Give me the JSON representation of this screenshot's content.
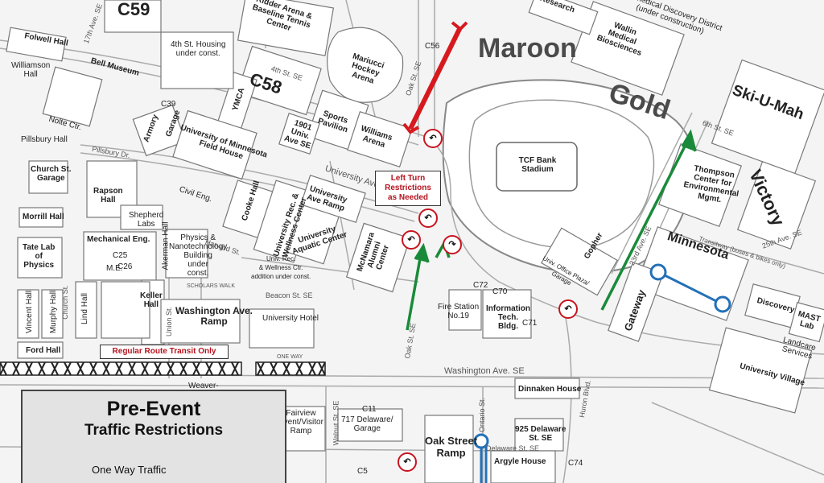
{
  "zones": {
    "maroon": "Maroon",
    "gold": "Gold",
    "minnesota": "Minnesota",
    "ski_u_mah": "Ski-U-Mah",
    "victory": "Victory",
    "gateway": "Gateway"
  },
  "parking_codes": {
    "c59": "C59",
    "c58": "C58",
    "c56": "C56",
    "c39": "C39",
    "c25": "C25",
    "c26": "C26",
    "c70": "C70",
    "c71": "C71",
    "c72": "C72",
    "c11": "C11",
    "c5": "C5",
    "c74": "C74"
  },
  "buildings": {
    "stadium": "TCF Bank\nStadium",
    "mariucci": "Mariucci\nHockey\nArena",
    "ridder": "Ridder Arena &\nBaseline Tennis\nCenter",
    "sports_pavilion": "Sports\nPavilion",
    "williams_arena": "Williams\nArena",
    "ymca": "YMCA",
    "univ_1901": "1901\nUniv.\nAve SE",
    "armory": "Armory",
    "garage": "Garage",
    "field_house": "University of Minnesota\nField House",
    "civil_eng": "Civil Eng.",
    "cooke_hall": "Cooke Hall",
    "rec_wellness": "University Rec. &\nWellness Center",
    "aquatic": "University\nAquatic Center",
    "univ_ave_ramp": "University\nAve Ramp",
    "rec_addition": "Univ. Rec.\n& Wellness Ctr.\naddition under const.",
    "mcnamara": "McNamara\nAlumni\nCenter",
    "church_st_garage": "Church St.\nGarage",
    "rapson": "Rapson\nHall",
    "shepherd": "Shepherd\nLabs",
    "physics_nano": "Physics &\nNanotechnology\nBuilding\nunder\nconst.",
    "mech_eng": "Mechanical Eng.",
    "akerman": "Akerman Hall",
    "me": "M.E.",
    "keller": "Keller\nHall",
    "morrill": "Morrill Hall",
    "tate": "Tate Lab\nof\nPhysics",
    "lind": "Lind Hall",
    "vincent": "Vincent Hall",
    "murphy": "Murphy Hall",
    "ford": "Ford Hall",
    "folwell": "Folwell Hall",
    "williamson": "Williamson\nHall",
    "bell_museum": "Bell Museum",
    "nolte_ctr": "Nolte Ctr.",
    "pillsbury_hall": "Pillsbury Hall",
    "housing_4th": "4th St. Housing\nunder const.",
    "wash_ramp": "Washington Ave.\nRamp",
    "univ_hotel": "University Hotel",
    "fire_station": "Fire Station\nNo.19",
    "info_tech": "Information\nTech.\nBldg.",
    "dinnaken": "Dinnaken House",
    "delaware_925": "925 Delaware\nSt. SE",
    "argyle": "Argyle House",
    "oak_st_ramp": "Oak Street\nRamp",
    "delaware_717": "717 Delaware/\nGarage",
    "fairview": "Fairview\nEvent/Visitor\nRamp",
    "weaver": "Weaver-",
    "thompson": "Thompson\nCenter for\nEnvironmental\nMgmt.",
    "wallin": "Wallin\nMedical\nBiosciences",
    "biomedical": "Biomedical Discovery District\n(under construction)",
    "research": "Research",
    "discovery": "Discovery",
    "mast": "MAST\nLab",
    "landcare": "Landcare Services",
    "univ_village": "University Village",
    "univ_office_plaza": "Univ. Office Plaza/\nGarage",
    "gopher": "Gopher"
  },
  "streets": {
    "fourth_st": "4th St. SE",
    "oak_st": "Oak St. SE",
    "university_ave": "University Ave. SE",
    "washington_ave": "Washington Ave. SE",
    "beacon_st": "Beacon St. SE",
    "delaware_st": "Delaware St. SE",
    "pillsbury_dr": "Pillsbury Dr.",
    "harvard_st": "Harvard St.",
    "walnut_st": "Walnut St. SE",
    "union_st": "Union St.",
    "church_st": "Church St.",
    "huron_blvd": "Huron Blvd.",
    "ave_23": "23rd Ave. SE",
    "ave_25": "25th Ave. SE",
    "ave_17": "17th Ave. SE",
    "sixth_st": "6th St. SE",
    "transitway": "Transitway (buses & bikes only)",
    "scholars_walk": "SCHOLARS WALK",
    "oak_st_lower": "Oak St. SE",
    "ontario_st": "Ontario St.",
    "one_way": "ONE WAY"
  },
  "callouts": {
    "left_turn": "Left Turn\nRestrictions\nas Needed",
    "transit_only": "Regular Route Transit Only"
  },
  "legend": {
    "title_line1": "Pre-Event",
    "title_line2": "Traffic Restrictions",
    "one_way_label": "One Way Traffic"
  },
  "colors": {
    "closed_road": "#d7191f",
    "one_way_arrow": "#1a8a3a",
    "transit_marker": "#2470b8",
    "no_turn_sign": "#c8141e",
    "transit_barrier": "#222222"
  },
  "icons": {
    "no_turn": "no-left-turn-icon",
    "one_way": "green-arrow-icon",
    "transit_stop": "transit-stop-icon"
  }
}
